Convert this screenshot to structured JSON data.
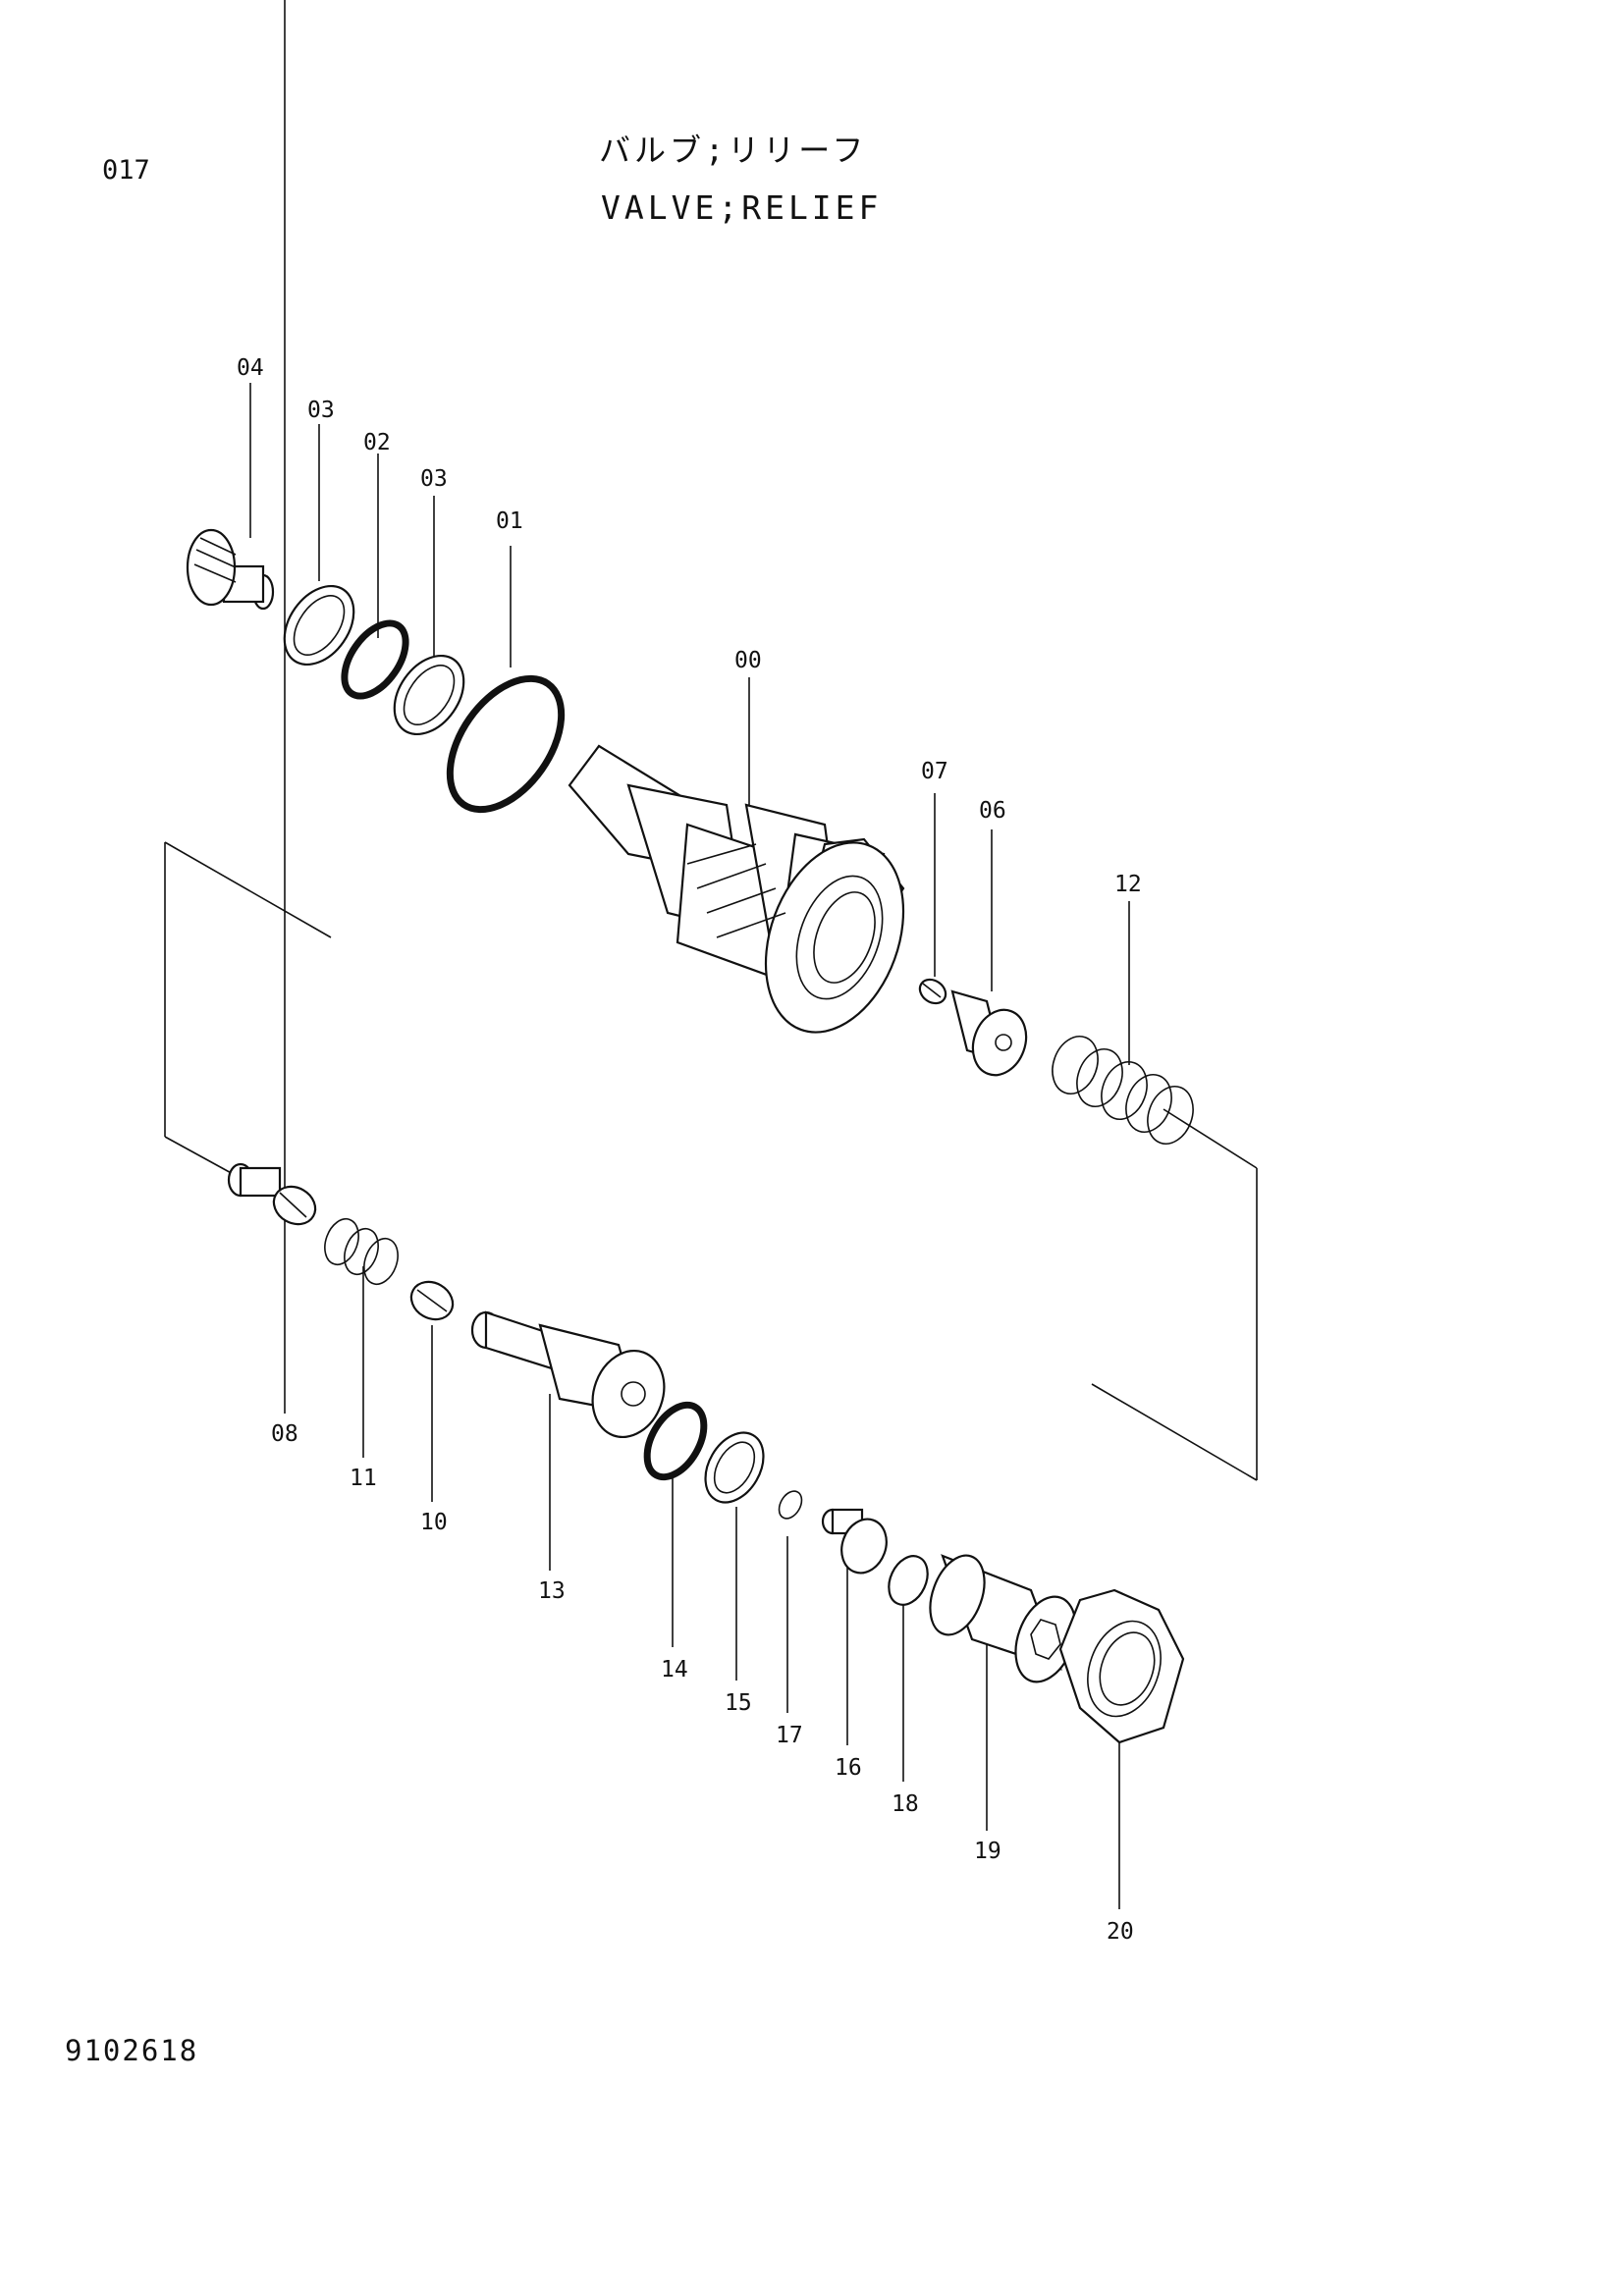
{
  "header": {
    "page_number": "017",
    "title_jp": "バルブ;リリーフ",
    "title_en": "VALVE;RELIEF"
  },
  "footer": {
    "drawing_number": "9102618"
  },
  "callouts": {
    "c00": "00",
    "c01": "01",
    "c02": "02",
    "c03a": "03",
    "c03b": "03",
    "c04": "04",
    "c06": "06",
    "c07": "07",
    "c08": "08",
    "c10": "10",
    "c11": "11",
    "c12": "12",
    "c13": "13",
    "c14": "14",
    "c15": "15",
    "c16": "16",
    "c17": "17",
    "c18": "18",
    "c19": "19",
    "c20": "20"
  }
}
